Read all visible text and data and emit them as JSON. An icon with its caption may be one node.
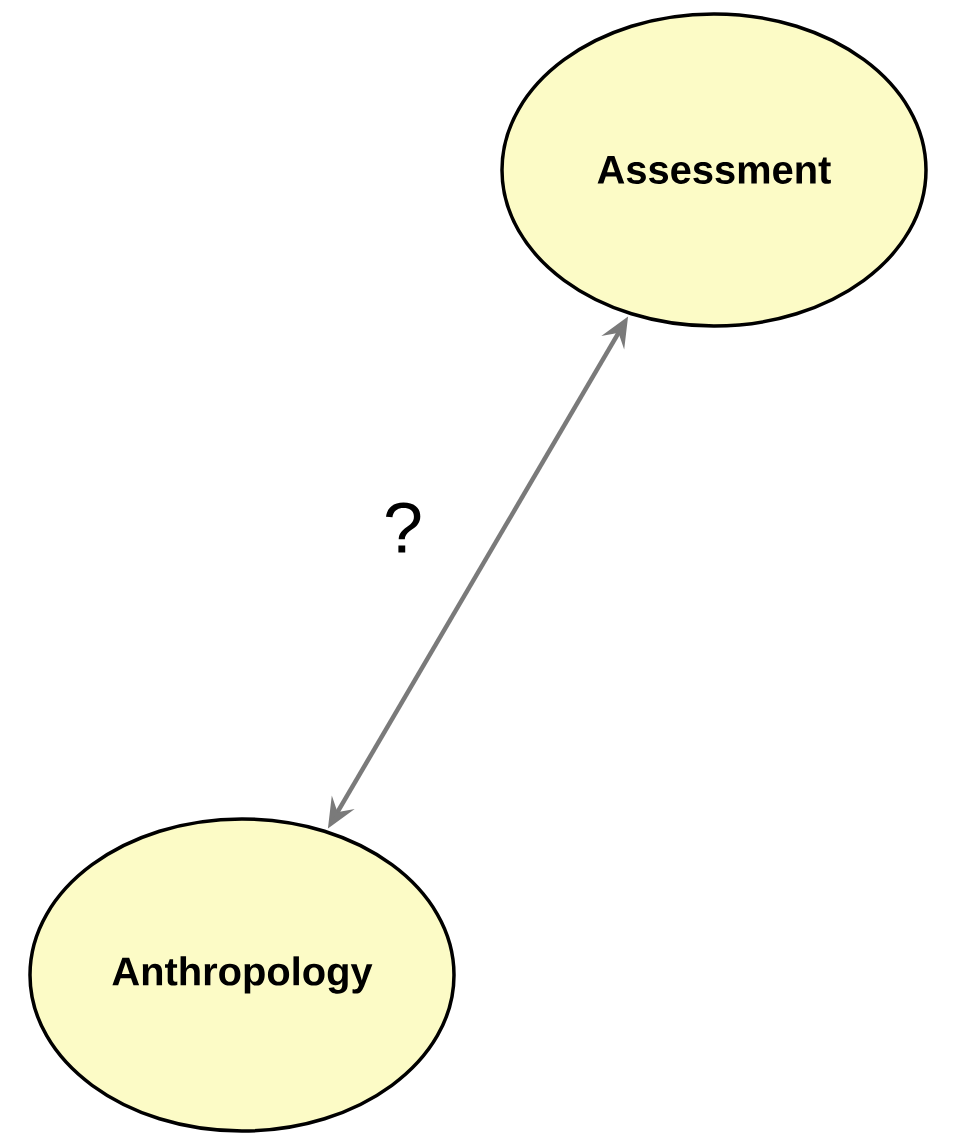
{
  "diagram": {
    "nodes": [
      {
        "text": [
          "Assessment"
        ]
      },
      {
        "text": [
          "Anthropology"
        ]
      }
    ],
    "edges": [
      {
        "from": 1,
        "to": 0,
        "arrow": "both",
        "label": "?"
      }
    ]
  }
}
